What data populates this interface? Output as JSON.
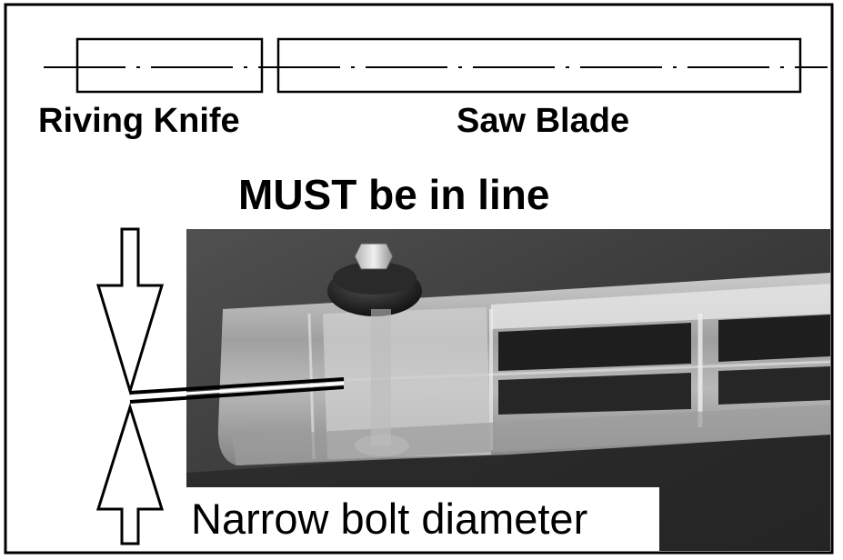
{
  "labels": {
    "riving_knife": "Riving Knife",
    "saw_blade": "Saw Blade",
    "headline": "MUST be in line",
    "caption": "Narrow bolt diameter"
  },
  "colors": {
    "ink": "#000000",
    "paper": "#ffffff",
    "photo_background": "#3a3a3a",
    "plastic_highlight": "#e8e8e8",
    "plastic_shadow": "#9a9a9a",
    "knob": "#1a1a1a"
  },
  "icons": {
    "top_arrow": "arrow-down-icon",
    "bottom_arrow": "arrow-up-icon"
  }
}
